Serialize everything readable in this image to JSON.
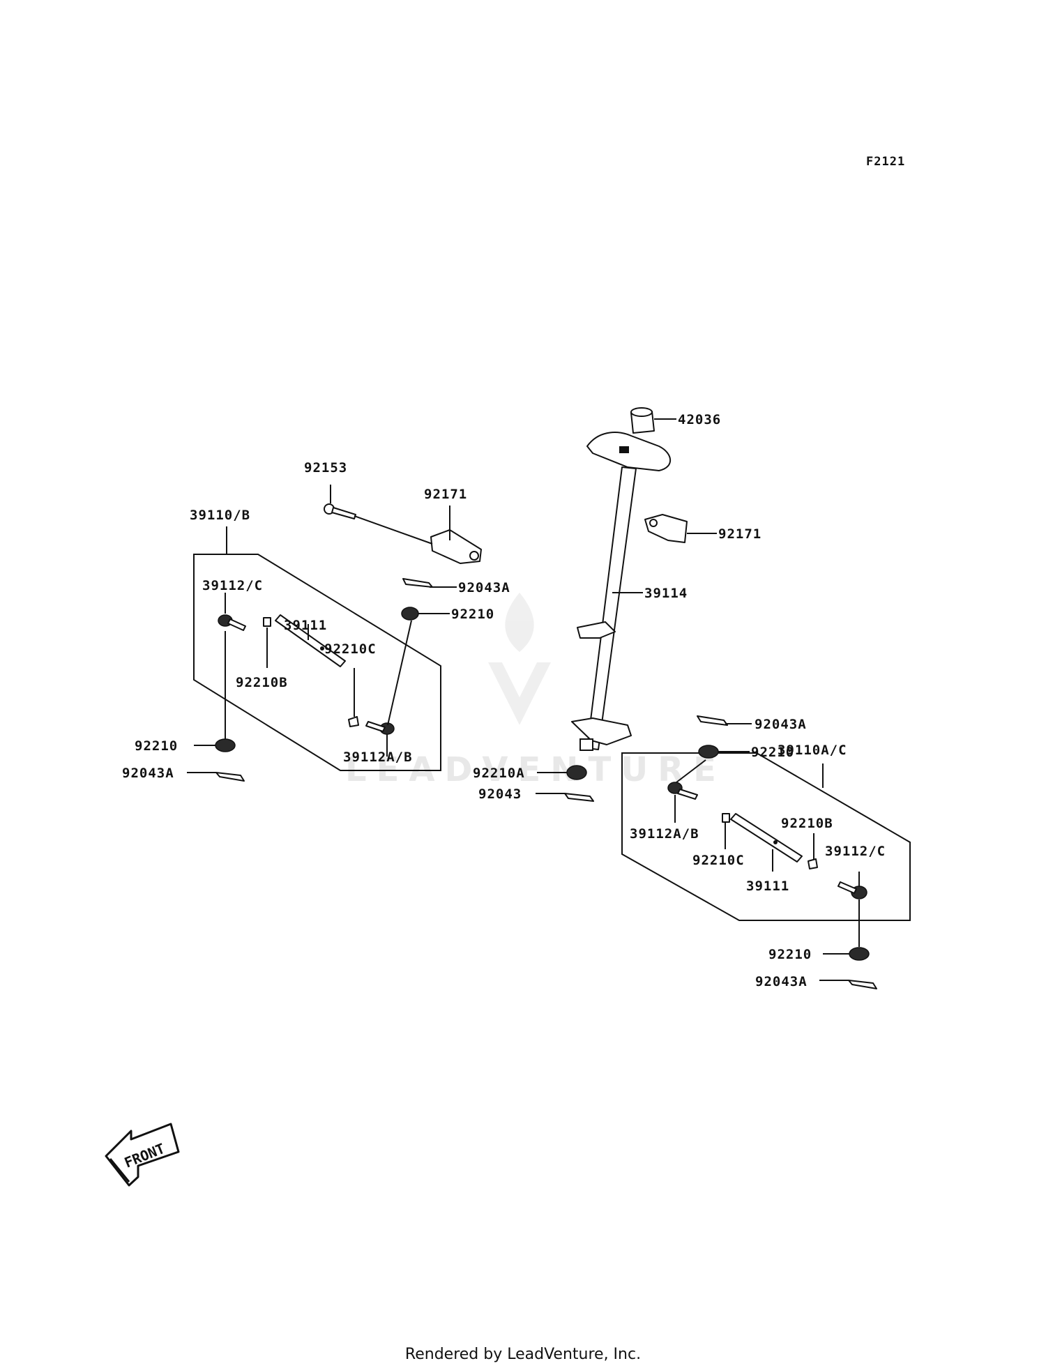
{
  "figure_code": "F2121",
  "footer": "Rendered by LeadVenture, Inc.",
  "watermark": "LEADVENTURE",
  "front_arrow": "FRONT",
  "labels": {
    "p42036": "42036",
    "p92153": "92153",
    "p92171_left": "92171",
    "p92171_right": "92171",
    "p39110b": "39110/B",
    "p39112c_left": "39112/C",
    "p39111_left": "39111",
    "p92043a_top": "92043A",
    "p92210_top": "92210",
    "p39114": "39114",
    "p92210c_left": "92210C",
    "p92210b_left": "92210B",
    "p92210_left": "92210",
    "p92043a_left": "92043A",
    "p39112ab_left": "39112A/B",
    "p92043a_mid": "92043A",
    "p92210_mid": "92210",
    "p39110ac": "39110A/C",
    "p92210a": "92210A",
    "p92043": "92043",
    "p92210b_right": "92210B",
    "p39112ab_right": "39112A/B",
    "p39112c_right": "39112/C",
    "p92210c_right": "92210C",
    "p39111_right": "39111",
    "p92210_bottom": "92210",
    "p92043a_bottom": "92043A"
  }
}
